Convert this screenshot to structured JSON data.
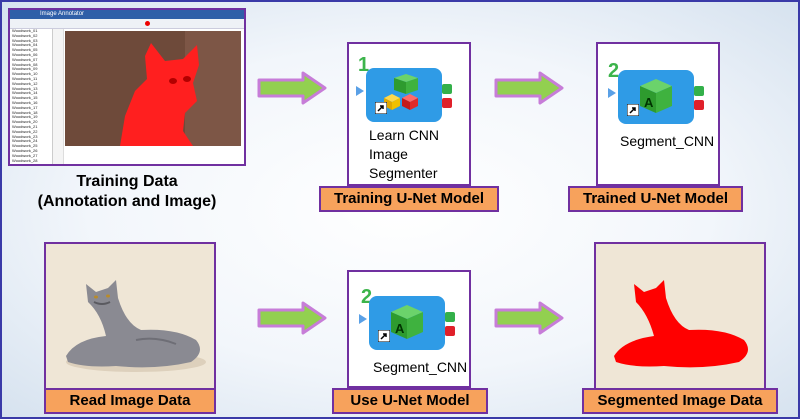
{
  "annotator": {
    "title": "Image Annotator",
    "rows": [
      "Woodwork_01",
      "Woodwork_02",
      "Woodwork_03",
      "Woodwork_04",
      "Woodwork_05",
      "Woodwork_06",
      "Woodwork_07",
      "Woodwork_08",
      "Woodwork_09",
      "Woodwork_10",
      "Woodwork_11",
      "Woodwork_12",
      "Woodwork_13",
      "Woodwork_14",
      "Woodwork_15",
      "Woodwork_16",
      "Woodwork_17",
      "Woodwork_18",
      "Woodwork_19",
      "Woodwork_20",
      "Woodwork_21",
      "Woodwork_22",
      "Woodwork_23",
      "Woodwork_24",
      "Woodwork_25",
      "Woodwork_26",
      "Woodwork_27",
      "Woodwork_28"
    ]
  },
  "training_data": {
    "line1": "Training Data",
    "line2": "(Annotation and Image)"
  },
  "learn_node": {
    "number": "1",
    "line1": "Learn CNN",
    "line2": "Image",
    "line3": "Segmenter"
  },
  "trained_node": {
    "number": "2",
    "name": "Segment_CNN",
    "icon_letter": "A"
  },
  "use_node": {
    "number": "2",
    "name": "Segment_CNN",
    "icon_letter": "A"
  },
  "labels": {
    "training_model": "Training U-Net Model",
    "trained_model": "Trained U-Net Model",
    "read_image": "Read Image Data",
    "use_model": "Use U-Net Model",
    "segmented": "Segmented Image Data"
  },
  "colors": {
    "accent_border": "#7030a0",
    "label_fill": "#f7a25c",
    "arrow_fill": "#92d050",
    "segment_red": "#ff0000"
  }
}
